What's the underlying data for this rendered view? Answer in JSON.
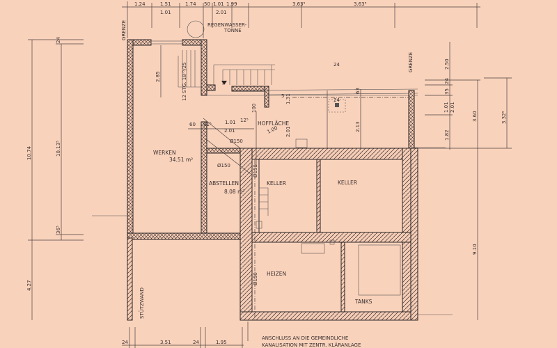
{
  "labels": {
    "grenze_left": "GRENZE",
    "grenze_right": "GRENZE",
    "regenwasser_1": "REGENWASSER-",
    "regenwasser_2": "TONNE",
    "hofflaeche": "HOFFLÄCHE",
    "werken": "WERKEN",
    "werken_area": "34.51 m²",
    "abstellen": "ABSTELLEN",
    "abstellen_area": "8.08 m²",
    "keller_1": "KELLER",
    "keller_2": "KELLER",
    "heizen": "HEIZEN",
    "tanks": "TANKS",
    "stuetzwand": "STÜTZWAND",
    "stairs_note": "12 STG. 18⁷⁵/25",
    "note_1": "ANSCHLUSS AN DIE GEMEINDLICHE",
    "note_2": "KANALISATION MIT ZENTR. KLÄRANLAGE"
  },
  "dims_top": [
    "1.24",
    "1.51",
    "1.74",
    "50",
    "1.01",
    "1.99",
    "3.63⁵",
    "3.63⁵"
  ],
  "dims_top_sub": [
    "1.01",
    "2.01"
  ],
  "dims_left": [
    "10.74",
    "24",
    "10.13⁵",
    "36⁵",
    "4.27"
  ],
  "dims_right": [
    "2.50",
    "24",
    "35",
    "1.01",
    "2.01",
    "1.82",
    "3.60",
    "3.32⁵",
    "9.10"
  ],
  "dims_inner": [
    "2.85",
    "60",
    "81⁵",
    "1.01",
    "12⁵",
    "2.01",
    "100",
    "1.31",
    "1.00",
    "2.01",
    "2.13",
    "24",
    "63",
    "Ø150",
    "Ø150",
    "Ø150",
    "Ø150",
    "5",
    "24"
  ],
  "dims_bottom": [
    "24",
    "3.51",
    "24",
    "1.95"
  ]
}
